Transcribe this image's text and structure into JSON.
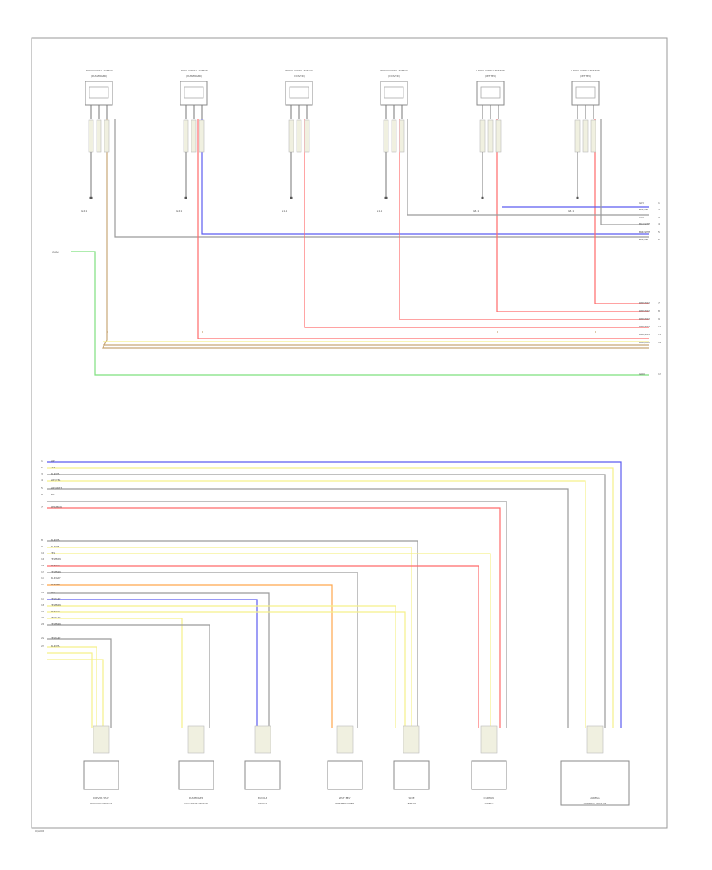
{
  "colors": {
    "frame": "#9a9a9a",
    "tan": "#c8a877",
    "yellow": "#f5f08a",
    "red": "#ff6a6a",
    "blue": "#5c5cf0",
    "gray": "#9a9a9a",
    "green": "#7ee07e",
    "orange": "#ffa64d",
    "connector": "#f0f0e0"
  },
  "top_sensors": [
    {
      "label": "FRONT IMPACT SENSOR",
      "sub": "(PASSENGER)",
      "ground": "G2-1"
    },
    {
      "label": "FRONT IMPACT SENSOR",
      "sub": "(PASSENGER)",
      "ground": "G2-1"
    },
    {
      "label": "FRONT IMPACT SENSOR",
      "sub": "(DRIVER)",
      "ground": "G1-1"
    },
    {
      "label": "FRONT IMPACT SENSOR",
      "sub": "(DRIVER)",
      "ground": "G1-1"
    },
    {
      "label": "FRONT IMPACT SENSOR",
      "sub": "(CENTER)",
      "ground": "G3-1"
    },
    {
      "label": "FRONT IMPACT SENSOR",
      "sub": "(CENTER)",
      "ground": "G3-1"
    }
  ],
  "bottom_components": [
    {
      "label": "DRIVER SEAT",
      "sub": "POSITION SENSOR"
    },
    {
      "label": "PASSENGER",
      "sub": "OCCUPANT SENSOR"
    },
    {
      "label": "BUCKLE",
      "sub": "SWITCH"
    },
    {
      "label": "SEAT BELT",
      "sub": "PRETENSIONER"
    },
    {
      "label": "SIDE",
      "sub": "SENSOR"
    },
    {
      "label": "CURTAIN",
      "sub": "AIRBAG"
    },
    {
      "label": "AIRBAG",
      "sub": "CONTROL MODULE"
    }
  ],
  "right_labels": [
    "GRY",
    "BLK/YEL",
    "GRY",
    "BLU/WHT",
    "BLK/WHT",
    "BLK/YEL",
    "RED/BRN",
    "RED/BRN",
    "RED/BRN",
    "RED/BRN",
    "RED/BRN",
    "RED/BRN",
    "GRN"
  ],
  "left_labels": [
    "GRY",
    "YEL",
    "BLK/YEL",
    "GRY/YEL",
    "GRY/WHT",
    "GRY",
    "RED/BRN",
    "BLK/YEL",
    "BLK/YEL",
    "YEL",
    "YEL/BRN",
    "BLK/YEL",
    "YEL/BRN",
    "BLK/GRY",
    "BLK/GRY",
    "BLU",
    "YEL/GRY",
    "YEL/BRN",
    "BLK/YEL",
    "YEL/GRY",
    "YEL/BRN",
    "YEL/GRY",
    "BLK/YEL"
  ],
  "left_marker": "GRN",
  "page_ref": "W/A001"
}
